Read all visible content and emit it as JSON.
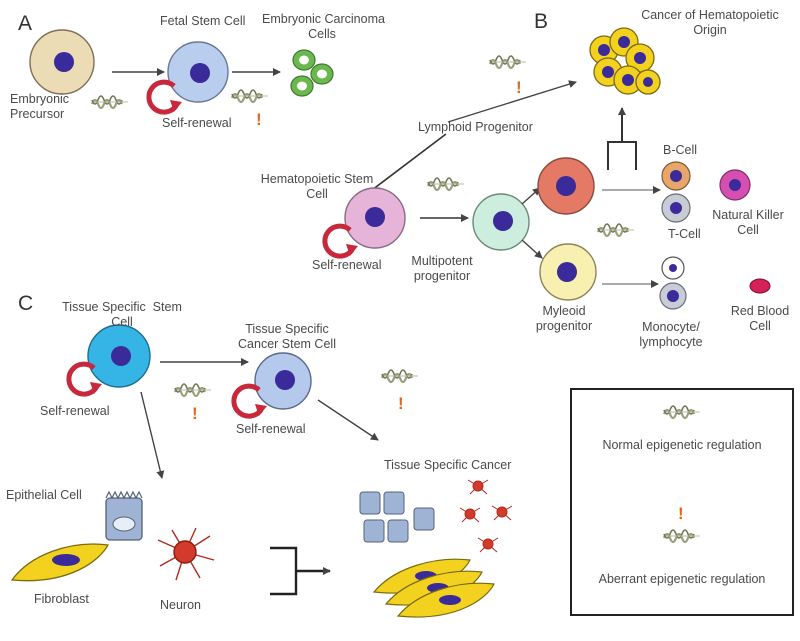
{
  "panels": {
    "a": "A",
    "b": "B",
    "c": "C"
  },
  "panel_a": {
    "embryonic_precursor": "Embryonic\nPrecursor",
    "fetal_stem_cell": "Fetal Stem Cell",
    "embryonic_carcinoma": "Embryonic Carcinoma\nCells",
    "self_renewal": "Self-renewal",
    "aberrant_mark": "!"
  },
  "panel_b": {
    "cancer_hematopoietic": "Cancer of Hematopoietic\nOrigin",
    "lymphoid_progenitor": "Lymphoid Progenitor",
    "hematopoietic_stem_cell": "Hematopoietic Stem\nCell",
    "self_renewal": "Self-renewal",
    "multipotent_progenitor": "Multipotent\nprogenitor",
    "myeloid_progenitor": "Myleoid\nprogenitor",
    "b_cell": "B-Cell",
    "t_cell": "T-Cell",
    "nk_cell": "Natural Killer\nCell",
    "monocyte": "Monocyte/\nlymphocyte",
    "red_blood_cell": "Red Blood\nCell",
    "aberrant_mark": "!"
  },
  "panel_c": {
    "tissue_stem_cell": "Tissue Specific  Stem\nCell",
    "tissue_cancer_stem_cell": "Tissue Specific\nCancer Stem Cell",
    "self_renewal_1": "Self-renewal",
    "self_renewal_2": "Self-renewal",
    "tissue_cancer": "Tissue Specific Cancer",
    "epithelial_cell": "Epithelial Cell",
    "fibroblast": "Fibroblast",
    "neuron": "Neuron",
    "aberrant_mark": "!"
  },
  "legend": {
    "normal": "Normal epigenetic regulation",
    "aberrant": "Aberrant epigenetic regulation",
    "aberrant_mark": "!"
  },
  "colors": {
    "nucleus": "#3b2a9a",
    "embryonic_precursor": "#ecdcb6",
    "fetal_stem": "#b9cdee",
    "carcinoma": "#6ab84e",
    "hsc": "#e6b4d8",
    "multipotent": "#cdeede",
    "lymphoid": "#e47a66",
    "myeloid": "#f7f0b0",
    "b_cell": "#e8a66a",
    "t_cell": "#c7ccd6",
    "nk_cell": "#d64fb0",
    "rbc": "#d52058",
    "tissue_stem": "#35b5e6",
    "cancer_stem": "#b5c9ec",
    "cancer_yellow": "#f2d21e",
    "neuron": "#d23a2a",
    "self_renewal_arrow": "#c8283c",
    "aberrant_mark": "#e06a24"
  }
}
